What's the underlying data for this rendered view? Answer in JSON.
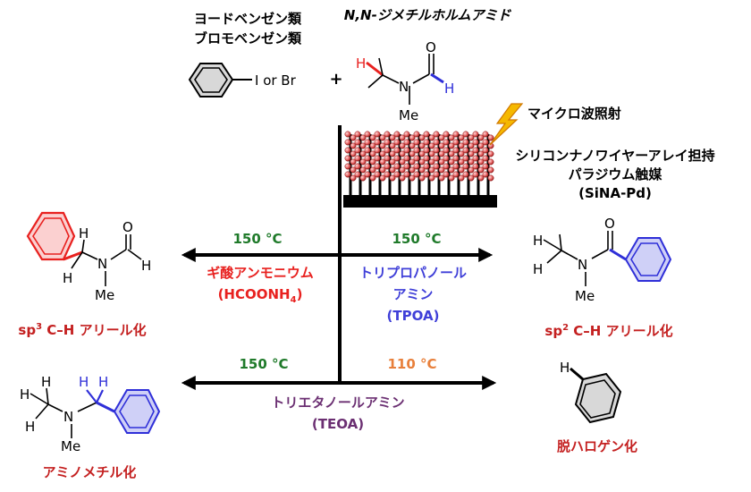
{
  "reactants": {
    "aryl_halide": {
      "line1": "ヨードベンゼン類",
      "line2": "ブロモベンゼン類",
      "substituent": "I or Br"
    },
    "plus": "+",
    "dmf": {
      "name": "N,N-ジメチルホルムアミド",
      "atom_H_red": "H",
      "atom_H_blue": "H",
      "atom_N": "N",
      "atom_O": "O",
      "methyl": "Me"
    }
  },
  "catalyst": {
    "energy": "マイクロ波照射",
    "line1": "シリコンナノワイヤーアレイ担持",
    "line2": "パラジウム触媒",
    "abbr": "(SiNA-Pd)"
  },
  "conditions": {
    "upper_left_temp": "150 °C",
    "upper_right_temp": "150 °C",
    "lower_left_temp": "150 °C",
    "lower_right_temp": "110 °C",
    "reagent_left_name": "ギ酸アンモニウム",
    "reagent_left_formula_main": "(HCOONH",
    "reagent_left_formula_sub": "4",
    "reagent_left_formula_end": ")",
    "reagent_right_line1": "トリプロパノール",
    "reagent_right_line2": "アミン",
    "reagent_right_abbr": "(TPOA)",
    "reagent_bottom_name": "トリエタノールアミン",
    "reagent_bottom_abbr": "(TEOA)"
  },
  "products": {
    "sp3": {
      "label_pre": "sp",
      "label_sup": "3",
      "label_post": " C–H アリール化",
      "H1": "H",
      "H2": "H",
      "N": "N",
      "O": "O",
      "H3": "H",
      "Me": "Me"
    },
    "sp2": {
      "label_pre": "sp",
      "label_sup": "2",
      "label_post": " C–H アリール化",
      "H1": "H",
      "H2": "H",
      "N": "N",
      "O": "O",
      "Me": "Me"
    },
    "aminomethyl": {
      "label": "アミノメチル化",
      "H1": "H",
      "H2": "H",
      "H3": "H",
      "H4": "H",
      "N": "N",
      "Me": "Me"
    },
    "dehalo": {
      "label": "脱ハロゲン化",
      "H": "H"
    }
  },
  "colors": {
    "red": "#e8211f",
    "blue": "#2f2fd8",
    "green": "#1f7a2a",
    "orange": "#e87f3a",
    "purple": "#6b2f72",
    "darkred": "#c42020",
    "black": "#000000"
  }
}
